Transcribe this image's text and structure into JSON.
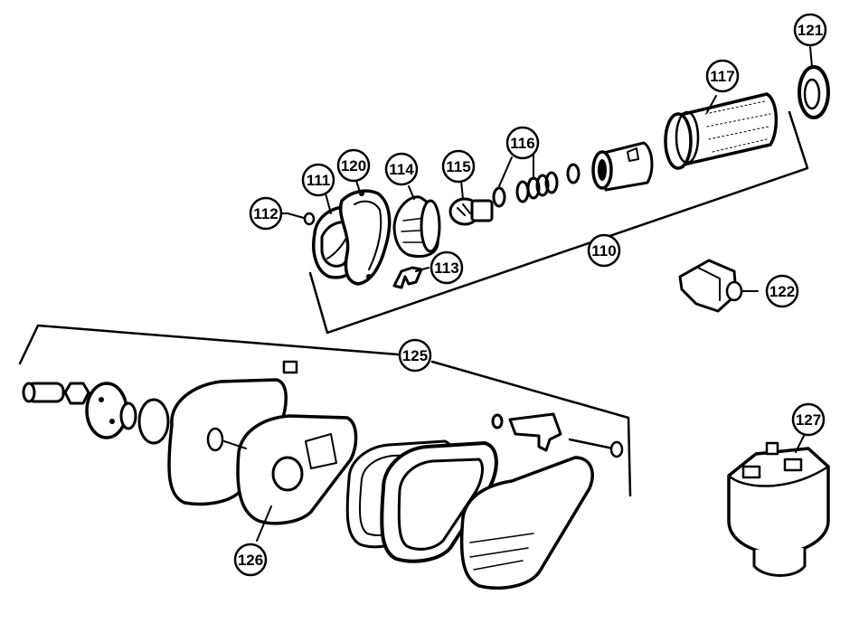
{
  "diagram": {
    "callouts": [
      {
        "id": "c110",
        "label": "110"
      },
      {
        "id": "c111",
        "label": "111"
      },
      {
        "id": "c112",
        "label": "112"
      },
      {
        "id": "c113",
        "label": "113"
      },
      {
        "id": "c114",
        "label": "114"
      },
      {
        "id": "c115",
        "label": "115"
      },
      {
        "id": "c116",
        "label": "116"
      },
      {
        "id": "c117",
        "label": "117"
      },
      {
        "id": "c120",
        "label": "120"
      },
      {
        "id": "c121",
        "label": "121"
      },
      {
        "id": "c122",
        "label": "122"
      },
      {
        "id": "c125",
        "label": "125"
      },
      {
        "id": "c126",
        "label": "126"
      },
      {
        "id": "c127",
        "label": "127"
      }
    ]
  }
}
